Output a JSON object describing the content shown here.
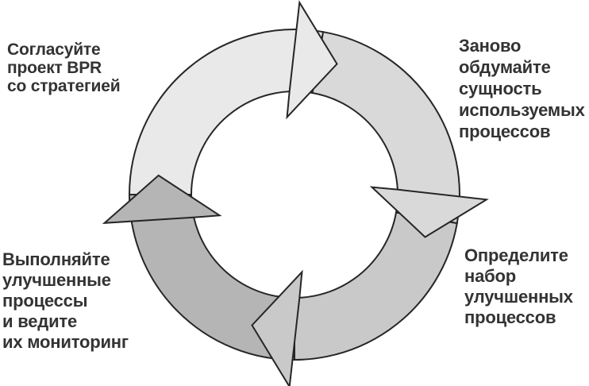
{
  "page": {
    "background": "#ffffff"
  },
  "diagram": {
    "type": "cycle",
    "direction": "clockwise",
    "stroke_color": "#262626",
    "text_color": "#333333",
    "arrows": [
      {
        "position": "top",
        "step": 1,
        "color": "#e9e9e9"
      },
      {
        "position": "right",
        "step": 2,
        "color": "#d9d9d9"
      },
      {
        "position": "bottom",
        "step": 3,
        "color": "#c9c9c9"
      },
      {
        "position": "left",
        "step": 4,
        "color": "#b5b5b5"
      }
    ],
    "labels": {
      "top_left": "Согласуйте\nпроект BPR\nсо стратегией",
      "top_right": "Заново\nобдумайте\nсущность\nиспользуемых\nпроцессов",
      "bottom_right": "Определите\nнабор\nулучшенных\nпроцессов",
      "bottom_left": "Выполняйте\nулучшенные\nпроцессы\nи ведите\nих мониторинг"
    }
  }
}
